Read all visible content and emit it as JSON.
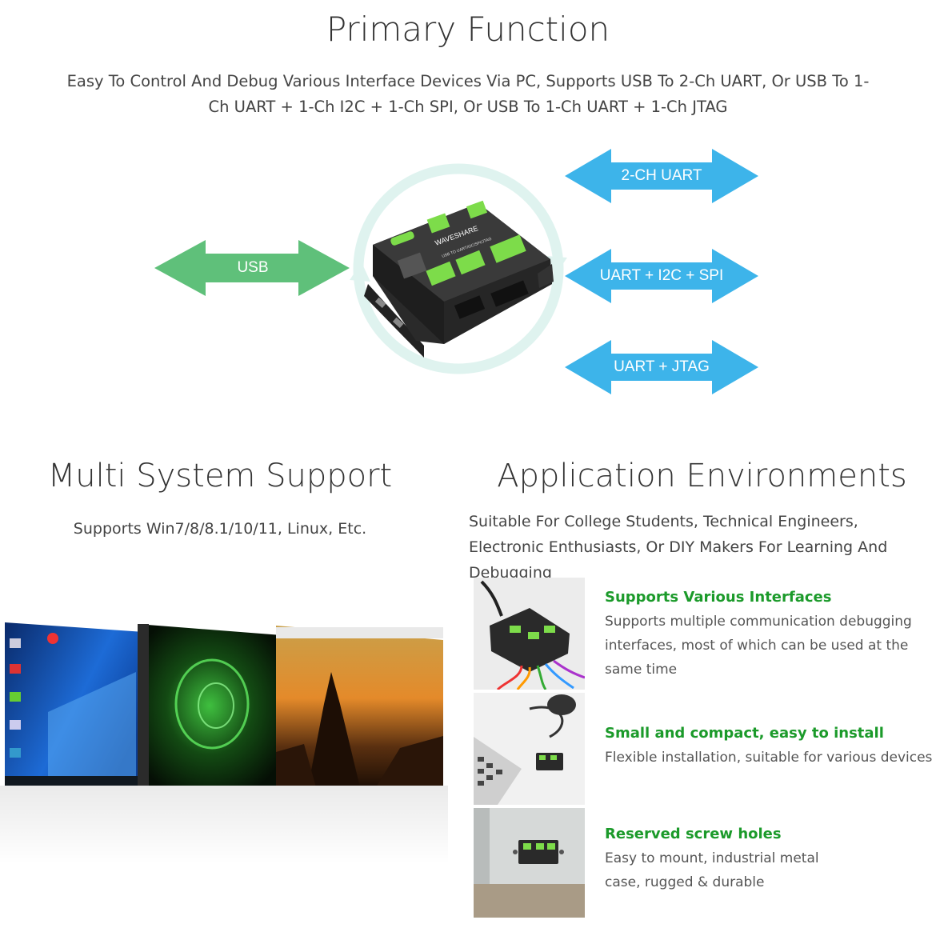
{
  "primary": {
    "title": "Primary Function",
    "description": "Easy To Control And Debug Various Interface Devices Via PC, Supports USB To 2-Ch UART, Or USB To 1-Ch UART + 1-Ch I2C + 1-Ch SPI, Or USB To 1-Ch UART + 1-Ch JTAG"
  },
  "diagram": {
    "usb_label": "USB",
    "outputs": [
      "2-CH UART",
      "UART + I2C + SPI",
      "UART + JTAG"
    ],
    "device_brand": "WAVESHARE",
    "device_model": "USB TO UART/I2C/SPI/JTAG",
    "colors": {
      "usb_arrow": "#5fc07a",
      "output_arrow": "#3db4ea",
      "ring": "#dff3ef",
      "device_green": "#7ddc4a"
    }
  },
  "multi_system": {
    "title": "Multi System Support",
    "description": "Supports Win7/8/8.1/10/11, Linux, Etc."
  },
  "application": {
    "title": "Application Environments",
    "description": "Suitable For College Students, Technical Engineers, Electronic Enthusiasts, Or DIY Makers For Learning And Debugging"
  },
  "features": [
    {
      "heading": "Supports Various Interfaces",
      "text": "Supports multiple communication debugging interfaces, most of which can be used at the same time"
    },
    {
      "heading": "Small and compact, easy to install",
      "text": "Flexible installation, suitable for various devices"
    },
    {
      "heading": "Reserved screw holes",
      "text": "Easy to mount, industrial metal case, rugged & durable"
    }
  ],
  "feature_color": "#1b9a2a"
}
